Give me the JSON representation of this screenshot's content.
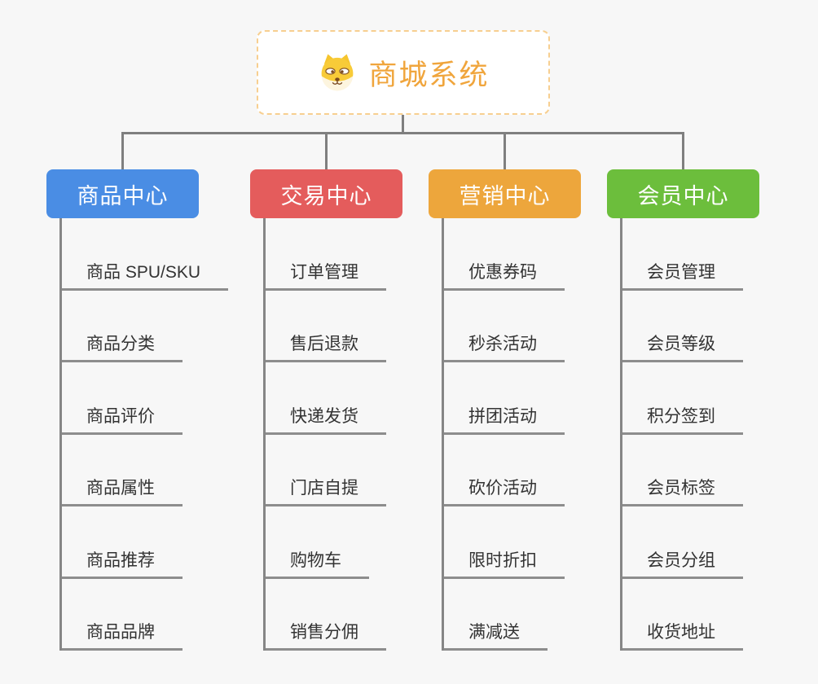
{
  "root": {
    "title": "商城系统",
    "icon": "dog-face-icon",
    "text_color": "#f0a53c",
    "border_color": "#f7cf90"
  },
  "connector_color": "#7f7f7f",
  "branches": [
    {
      "id": "product-center",
      "label": "商品中心",
      "color": "#4a8de4",
      "children": [
        "商品 SPU/SKU",
        "商品分类",
        "商品评价",
        "商品属性",
        "商品推荐",
        "商品品牌"
      ]
    },
    {
      "id": "trade-center",
      "label": "交易中心",
      "color": "#e45c5c",
      "children": [
        "订单管理",
        "售后退款",
        "快递发货",
        "门店自提",
        "购物车",
        "销售分佣"
      ]
    },
    {
      "id": "marketing-center",
      "label": "营销中心",
      "color": "#eda63c",
      "children": [
        "优惠券码",
        "秒杀活动",
        "拼团活动",
        "砍价活动",
        "限时折扣",
        "满减送"
      ]
    },
    {
      "id": "member-center",
      "label": "会员中心",
      "color": "#6cbe3c",
      "children": [
        "会员管理",
        "会员等级",
        "积分签到",
        "会员标签",
        "会员分组",
        "收货地址"
      ]
    }
  ]
}
